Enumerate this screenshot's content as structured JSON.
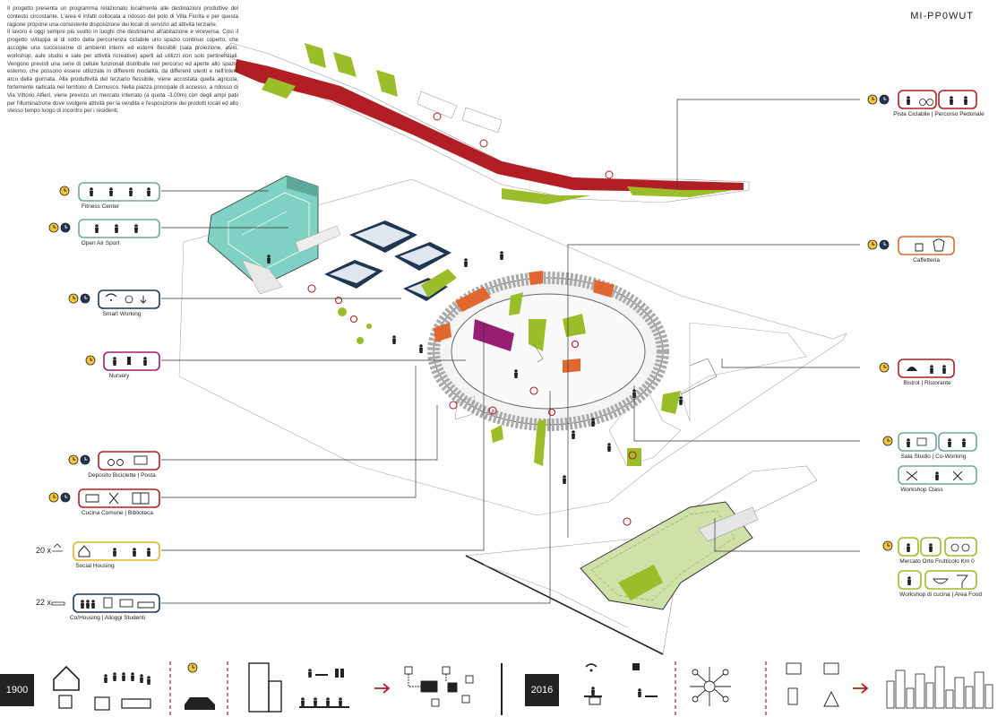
{
  "project_code": "MI-PP0WUT",
  "intro_text": [
    "Il progetto presenta un programma relazionato localmente alle destinazioni produttive del contesto circostante. L'area è infatti collocata a ridosso del polo di Villa Fiorita e per questa ragione propone una consistente disposizione dei locali di servizio ad attività terziarie.",
    "Il lavoro è oggi sempre più svolto in luoghi che destiniamo all'abitazione e viceversa. Così il progetto sviluppa al di sotto della percorrenza ciclabile uno spazio continuo coperto, che accoglie una successione di ambienti interni ed esterni flessibili (sala proiezione, asilo, workshop, aule studio e sale per attività ricreative) aperti ad utilizzi non solo pertinenziali. Vengono previsti una serie di cellule funzionali distribuite nel percorso ed aperte allo spazio esterno, che possono essere utilizzate in differenti modalità, da differenti utenti e nell'intero arco della giornata. Alla produttività del terziario flessibile, viene accostata quella agricola, fortemente radicata nel territorio di Cernusco. Nella piazza principale di accesso, a ridosso di Via Vittorio Alfieri, viene previsto un mercato interrato (a quota -3.00m) con degli ampi patii per l'illuminazione dove svolgere attività per la vendita e l'esposizione dei prodotti locali ed allo stesso tempo luogo di incontro per i residenti."
  ],
  "colors": {
    "green": "#6fa79c",
    "teal_fill": "#7fd1c3",
    "red": "#b11f24",
    "orange": "#e0672f",
    "yellow": "#e3b222",
    "navy": "#1f3550",
    "lime": "#9bbd2a",
    "magenta": "#9a1d74"
  },
  "left_labels": [
    {
      "id": "fitness",
      "text": "Fitness Center",
      "color": "green",
      "clocks": [
        "yellow"
      ],
      "icons": [
        "weightlifting-icon",
        "pullup-icon",
        "bench-press-icon",
        "stretching-icon"
      ]
    },
    {
      "id": "open-air-sport",
      "text": "Open Air Sport",
      "color": "green",
      "clocks": [
        "yellow",
        "navy"
      ],
      "icons": [
        "basketball-icon",
        "runner-icon",
        "skater-icon"
      ]
    },
    {
      "id": "smart-working",
      "text": "Smart Working",
      "color": "navy",
      "clocks": [
        "yellow",
        "navy"
      ],
      "icons": [
        "wifi-icon",
        "network-icon",
        "download-icon"
      ]
    },
    {
      "id": "nursery",
      "text": "Nursery",
      "color": "magenta",
      "clocks": [
        "yellow"
      ],
      "icons": [
        "baby-icon",
        "bottle-icon",
        "parent-child-icon"
      ]
    },
    {
      "id": "bike-deposit",
      "text": "Deposito Biciclette | Posta",
      "color": "red",
      "clocks": [
        "yellow",
        "navy"
      ],
      "icons": [
        "bicycle-icon",
        "mail-icon"
      ]
    },
    {
      "id": "kitchen-library",
      "text": "Cucina Comune  | Biblioteca",
      "color": "red",
      "clocks": [
        "yellow",
        "navy"
      ],
      "icons": [
        "grill-icon",
        "cutlery-icon",
        "book-icon"
      ]
    },
    {
      "id": "social-housing",
      "text": "Social Housing",
      "color": "yellow",
      "count": "20 x",
      "clocks": [],
      "icons": [
        "home-icon",
        "euro-icon",
        "family-icon",
        "couple-icon"
      ]
    },
    {
      "id": "cohousing",
      "text": "Co/Housing |  Alloggi Studenti",
      "color": "navy",
      "count": "22 x",
      "clocks": [],
      "icons": [
        "people-row-icon",
        "locker-icon",
        "bunk-icon",
        "sofa-icon"
      ]
    }
  ],
  "right_labels": [
    {
      "id": "bike-path",
      "text": "Pista Ciclabile | Percorso Pedonale",
      "color": "red",
      "clocks": [
        "yellow",
        "navy"
      ],
      "icons": [
        "cyclist-icon",
        "bike-icon",
        "runner-icon",
        "walker-icon"
      ]
    },
    {
      "id": "caffetteria",
      "text": "Caffetteria",
      "color": "orange",
      "clocks": [
        "yellow",
        "navy"
      ],
      "icons": [
        "coffee-cup-icon",
        "muffin-icon"
      ]
    },
    {
      "id": "bistrot",
      "text": "Bistrot | Ristorante",
      "color": "red",
      "clocks": [
        "yellow"
      ],
      "icons": [
        "cloche-icon",
        "diners-icon"
      ]
    },
    {
      "id": "sala-studio",
      "text": "Sala Studio | Co-Working",
      "color": "green",
      "clocks": [
        "yellow"
      ],
      "icons": [
        "reader-icon",
        "laptop-user-icon",
        "coworkers-icon"
      ]
    },
    {
      "id": "workshop-class",
      "text": "Workshop Class",
      "color": "green",
      "clocks": [],
      "icons": [
        "tools-icon",
        "maker-icon",
        "scissors-icon"
      ]
    },
    {
      "id": "market",
      "text": "Mercato Orto Frutticolo Km 0",
      "color": "lime",
      "clocks": [
        "yellow"
      ],
      "icons": [
        "farmer-icon",
        "vendor-icon",
        "produce-basket-icon"
      ]
    },
    {
      "id": "cooking",
      "text": "Workshop di cucina | Area Food",
      "color": "lime",
      "clocks": [],
      "icons": [
        "chef-icon",
        "bowl-icon",
        "cocktail-icon"
      ]
    }
  ],
  "timeline": {
    "year_old": "1900",
    "year_new": "2016"
  }
}
